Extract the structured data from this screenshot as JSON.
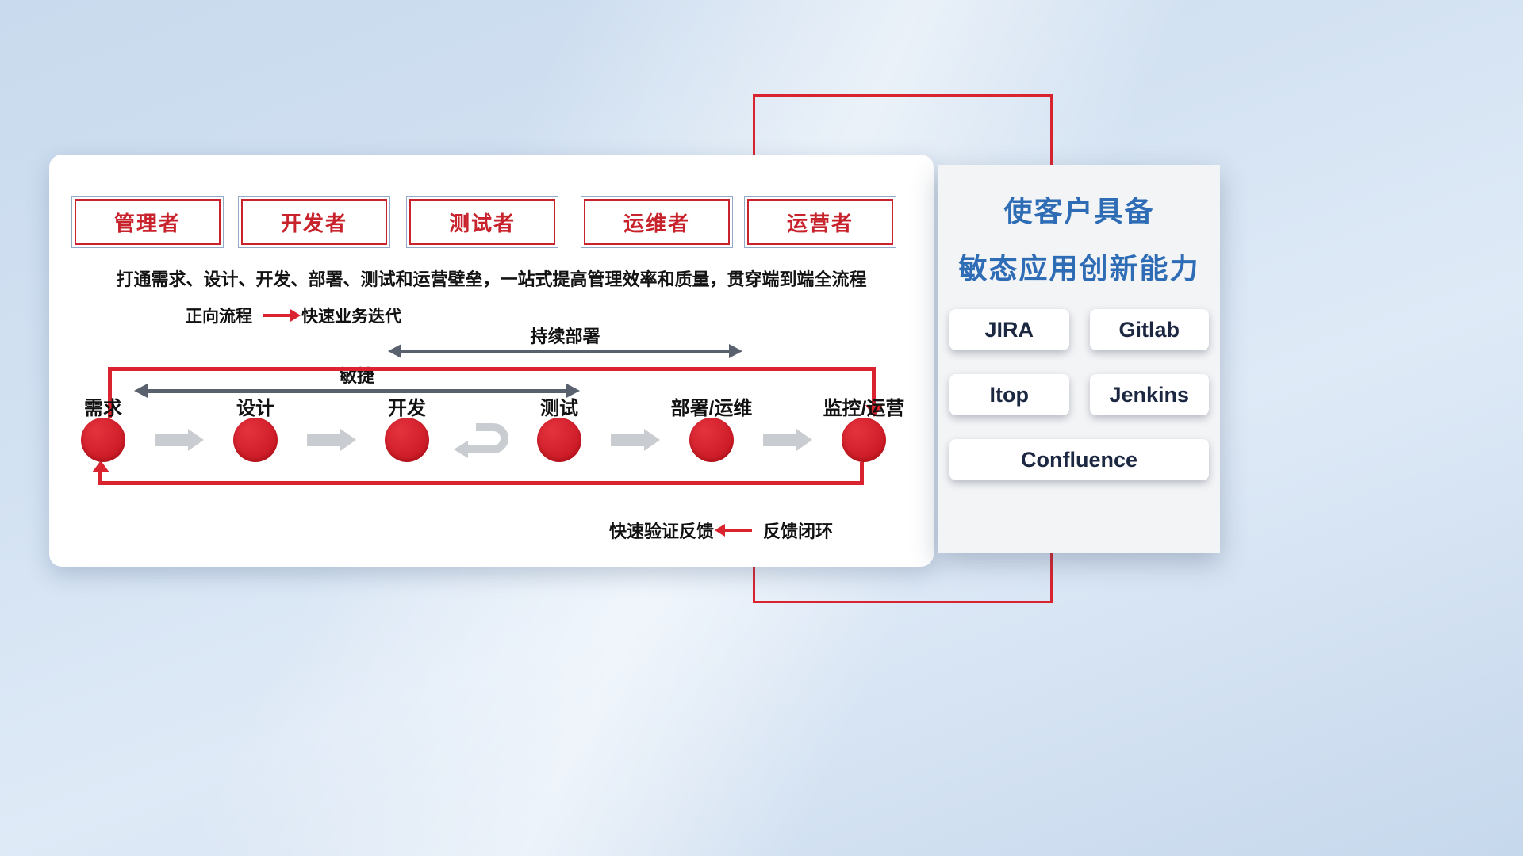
{
  "card": {
    "roles": [
      "管理者",
      "开发者",
      "测试者",
      "运维者",
      "运营者"
    ],
    "subtitle": "打通需求、设计、开发、部署、测试和运营壁垒，一站式提高管理效率和质量，贯穿端到端全流程",
    "legend_forward": {
      "label": "正向流程",
      "desc": "快速业务迭代"
    },
    "legend_feedback": {
      "label": "反馈闭环",
      "desc": "快速验证反馈"
    },
    "flow": {
      "stages": [
        "需求",
        "设计",
        "开发",
        "测试",
        "部署/运维",
        "监控/运营"
      ],
      "agile_label": "敏捷",
      "cd_label": "持续部署"
    }
  },
  "panel": {
    "title_line1": "使客户具备",
    "title_line2": "敏态应用创新能力",
    "tools": [
      "JIRA",
      "Gitlab",
      "Itop",
      "Jenkins",
      "Confluence"
    ]
  },
  "icons": {
    "forward_arrow": "→",
    "feedback_arrow": "←",
    "agile_double_arrow": "↔",
    "cd_double_arrow": "↔",
    "flow_arrow": "→",
    "iteration_loop": "↻"
  },
  "colors": {
    "red": "#d9232e",
    "blue": "#2e6cb5",
    "dark_arrow": "#59616e",
    "gray_arrow": "#c9cdd2",
    "panel_bg": "#f3f4f6"
  }
}
